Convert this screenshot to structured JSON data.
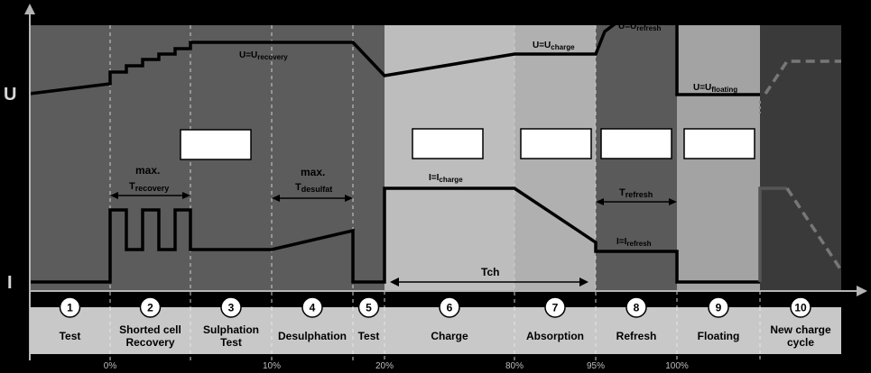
{
  "axes": {
    "voltage": "U",
    "current": "I"
  },
  "phases": [
    {
      "number": "1",
      "label": [
        "Test"
      ],
      "color": "#5c5c5c"
    },
    {
      "number": "2",
      "label": [
        "Shorted cell",
        "Recovery"
      ],
      "color": "#5c5c5c"
    },
    {
      "number": "3",
      "label": [
        "Sulphation",
        "Test"
      ],
      "color": "#5c5c5c"
    },
    {
      "number": "4",
      "label": [
        "Desulphation"
      ],
      "color": "#5c5c5c"
    },
    {
      "number": "5",
      "label": [
        "Test"
      ],
      "color": "#5c5c5c"
    },
    {
      "number": "6",
      "label": [
        "Charge"
      ],
      "color": "#bdbdbd"
    },
    {
      "number": "7",
      "label": [
        "Absorption"
      ],
      "color": "#b0b0b0"
    },
    {
      "number": "8",
      "label": [
        "Refresh"
      ],
      "color": "#5a5a5a"
    },
    {
      "number": "9",
      "label": [
        "Floating"
      ],
      "color": "#a3a3a3"
    },
    {
      "number": "10",
      "label": [
        "New charge",
        "cycle"
      ],
      "color": "#3a3a3a"
    }
  ],
  "percent_ticks": [
    "0%",
    "10%",
    "20%",
    "80%",
    "95%",
    "100%"
  ],
  "voltage_labels": {
    "recovery": {
      "main": "U=U",
      "sub": "recovery"
    },
    "charge": {
      "main": "U=U",
      "sub": "charge"
    },
    "refresh": {
      "main": "U=U",
      "sub": "refresh"
    },
    "floating": {
      "main": "U=U",
      "sub": "floating"
    }
  },
  "current_labels": {
    "charge": {
      "main": "I=I",
      "sub": "charge"
    },
    "refresh": {
      "main": "I=I",
      "sub": "refresh"
    }
  },
  "time_labels": {
    "recovery_max": "max.",
    "recovery": {
      "main": "T",
      "sub": "recovery"
    },
    "desulfat_max": "max.",
    "desulfat": {
      "main": "T",
      "sub": "desulfat"
    },
    "refresh": {
      "main": "T",
      "sub": "refresh"
    },
    "charge": "Tch"
  }
}
